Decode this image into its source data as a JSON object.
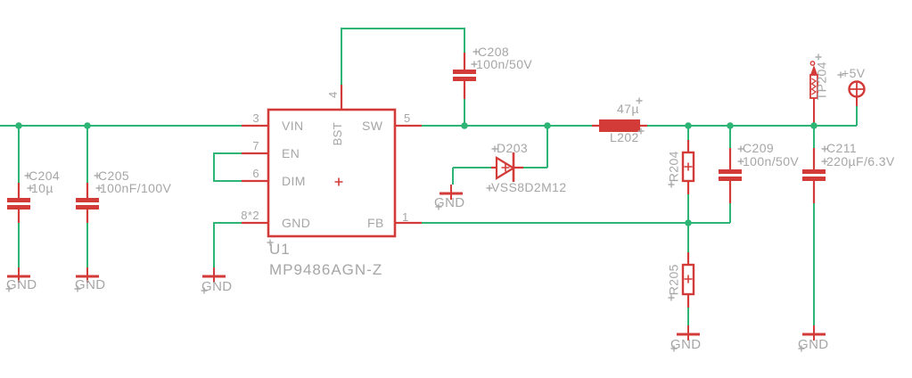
{
  "colors": {
    "wire": "#2cb574",
    "symbol": "#d33b38",
    "label": "#a6a6a6",
    "background": "#ffffff"
  },
  "components": {
    "u1": {
      "ref": "U1",
      "part": "MP9486AGN-Z"
    },
    "c204": {
      "ref": "C204",
      "value": "10µ"
    },
    "c205": {
      "ref": "C205",
      "value": "100nF/100V"
    },
    "c208": {
      "ref": "C208",
      "value": "100n/50V"
    },
    "c209": {
      "ref": "C209",
      "value": "100n/50V"
    },
    "c211": {
      "ref": "C211",
      "value": "220µF/6.3V"
    },
    "d203": {
      "ref": "D203",
      "value": "VSS8D2M12"
    },
    "l202": {
      "ref": "L202",
      "value": "47µ"
    },
    "r204": {
      "ref": "R204"
    },
    "r205": {
      "ref": "R205"
    },
    "tp204": {
      "ref": "TP204"
    }
  },
  "ic_pins": {
    "vin": {
      "number": "3",
      "name": "VIN"
    },
    "en": {
      "number": "7",
      "name": "EN"
    },
    "dim": {
      "number": "6",
      "name": "DIM"
    },
    "gnd": {
      "number": "8*2",
      "name": "GND"
    },
    "sw": {
      "number": "5",
      "name": "SW"
    },
    "fb": {
      "number": "1",
      "name": "FB"
    },
    "bst": {
      "number": "4",
      "name": "BST"
    }
  },
  "nets": {
    "supply": "+5V",
    "ground": "GND"
  }
}
